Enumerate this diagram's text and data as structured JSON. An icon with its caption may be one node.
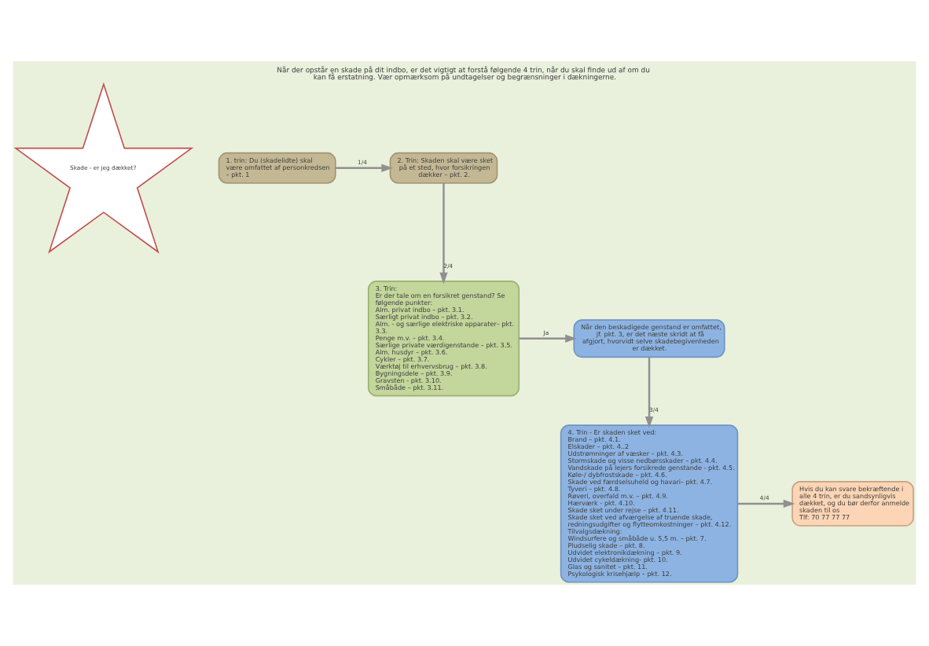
{
  "diagram": {
    "title": "Når der opstår en skade på dit indbo, er det vigtigt at forstå følgende 4 trin, når du skal finde ud af om du kan få erstatning. Vær opmærksom på undtagelser og begrænsninger i dækningerne.",
    "nodes": [
      {
        "text": [
          "Skade - er jeg dækket?"
        ]
      },
      {
        "text": [
          "1. trin: Du (skadelidte) skal være omfattet af personkredsen – pkt. 1"
        ]
      },
      {
        "text": [
          "2. Trin: Skaden skal være sket på et sted, hvor forsikringen dækker – pkt. 2."
        ]
      },
      {
        "text": [
          "3. Trin:",
          "Er der tale om en forsikret genstand? Se følgende punkter:",
          "Alm. privat indbo – pkt. 3.1.",
          "Særligt privat indbo – pkt. 3.2.",
          "Alm. - og særlige elektriske apparater– pkt. 3.3.",
          "Penge m.v. – pkt. 3.4.",
          "Særlige private værdigenstande – pkt. 3.5.",
          "Alm. husdyr – pkt. 3.6.",
          "Cykler – pkt. 3.7.",
          "Værktøj til erhvervsbrug – pkt. 3.8.",
          "Bygningsdele – pkt. 3.9.",
          "Gravsten - pkt. 3.10.",
          "Småbåde – pkt. 3.11."
        ]
      },
      {
        "text": [
          "Når den beskadigede genstand er omfattet, jf. pkt. 3, er det næste skridt at få afgjort, hvorvidt selve skadebegivenheden er dækket."
        ]
      },
      {
        "text": [
          "4. Trin - Er skaden sket ved:",
          "Brand – pkt. 4.1.",
          "Elskader – pkt. 4..2",
          "Udstrømninger af væsker – pkt. 4.3.",
          "Stormskade og visse nedbørsskader – pkt. 4.4.",
          "Vandskade på lejers forsikrede genstande - pkt. 4.5.",
          "Køle-/ dybfrostskade – pkt. 4.6.",
          "Skade ved færdselsuheld og havari– pkt. 4.7.",
          "Tyveri – pkt. 4.8.",
          "Røveri, overfald m.v. – pkt. 4.9.",
          "Hærværk - pkt. 4.10.",
          "Skade sket under rejse – pkt. 4.11.",
          "Skade sket ved afværgelse af truende skade, redningsudgifter og flytteomkostninger – pkt. 4.12.",
          "Tilvalgsdækning:",
          "Windsurfere og småbåde u. 5,5 m. – pkt. 7.",
          "Pludselig skade – pkt. 8.",
          "Udvidet elektronikdækning – pkt. 9.",
          "Udvidet cykeldækning- pkt. 10.",
          "Glas og sanitet – pkt. 11.",
          "Psykologisk krisehjælp – pkt. 12."
        ]
      },
      {
        "text": [
          "Hvis du kan svare bekræftende i alle 4 trin, er du sandsynligvis dækket, og du bør derfor anmelde skaden til os",
          "Tlf: 70 77 77 77"
        ]
      }
    ],
    "edges": [
      {
        "from": 1,
        "to": 2,
        "arrow": "to",
        "label": "1/4"
      },
      {
        "from": 2,
        "to": 3,
        "arrow": "to",
        "label": "2/4"
      },
      {
        "from": 3,
        "to": 4,
        "arrow": "to",
        "label": "Ja"
      },
      {
        "from": 4,
        "to": 5,
        "arrow": "to",
        "label": "3/4"
      },
      {
        "from": 5,
        "to": 6,
        "arrow": "to",
        "label": "4/4"
      }
    ]
  }
}
